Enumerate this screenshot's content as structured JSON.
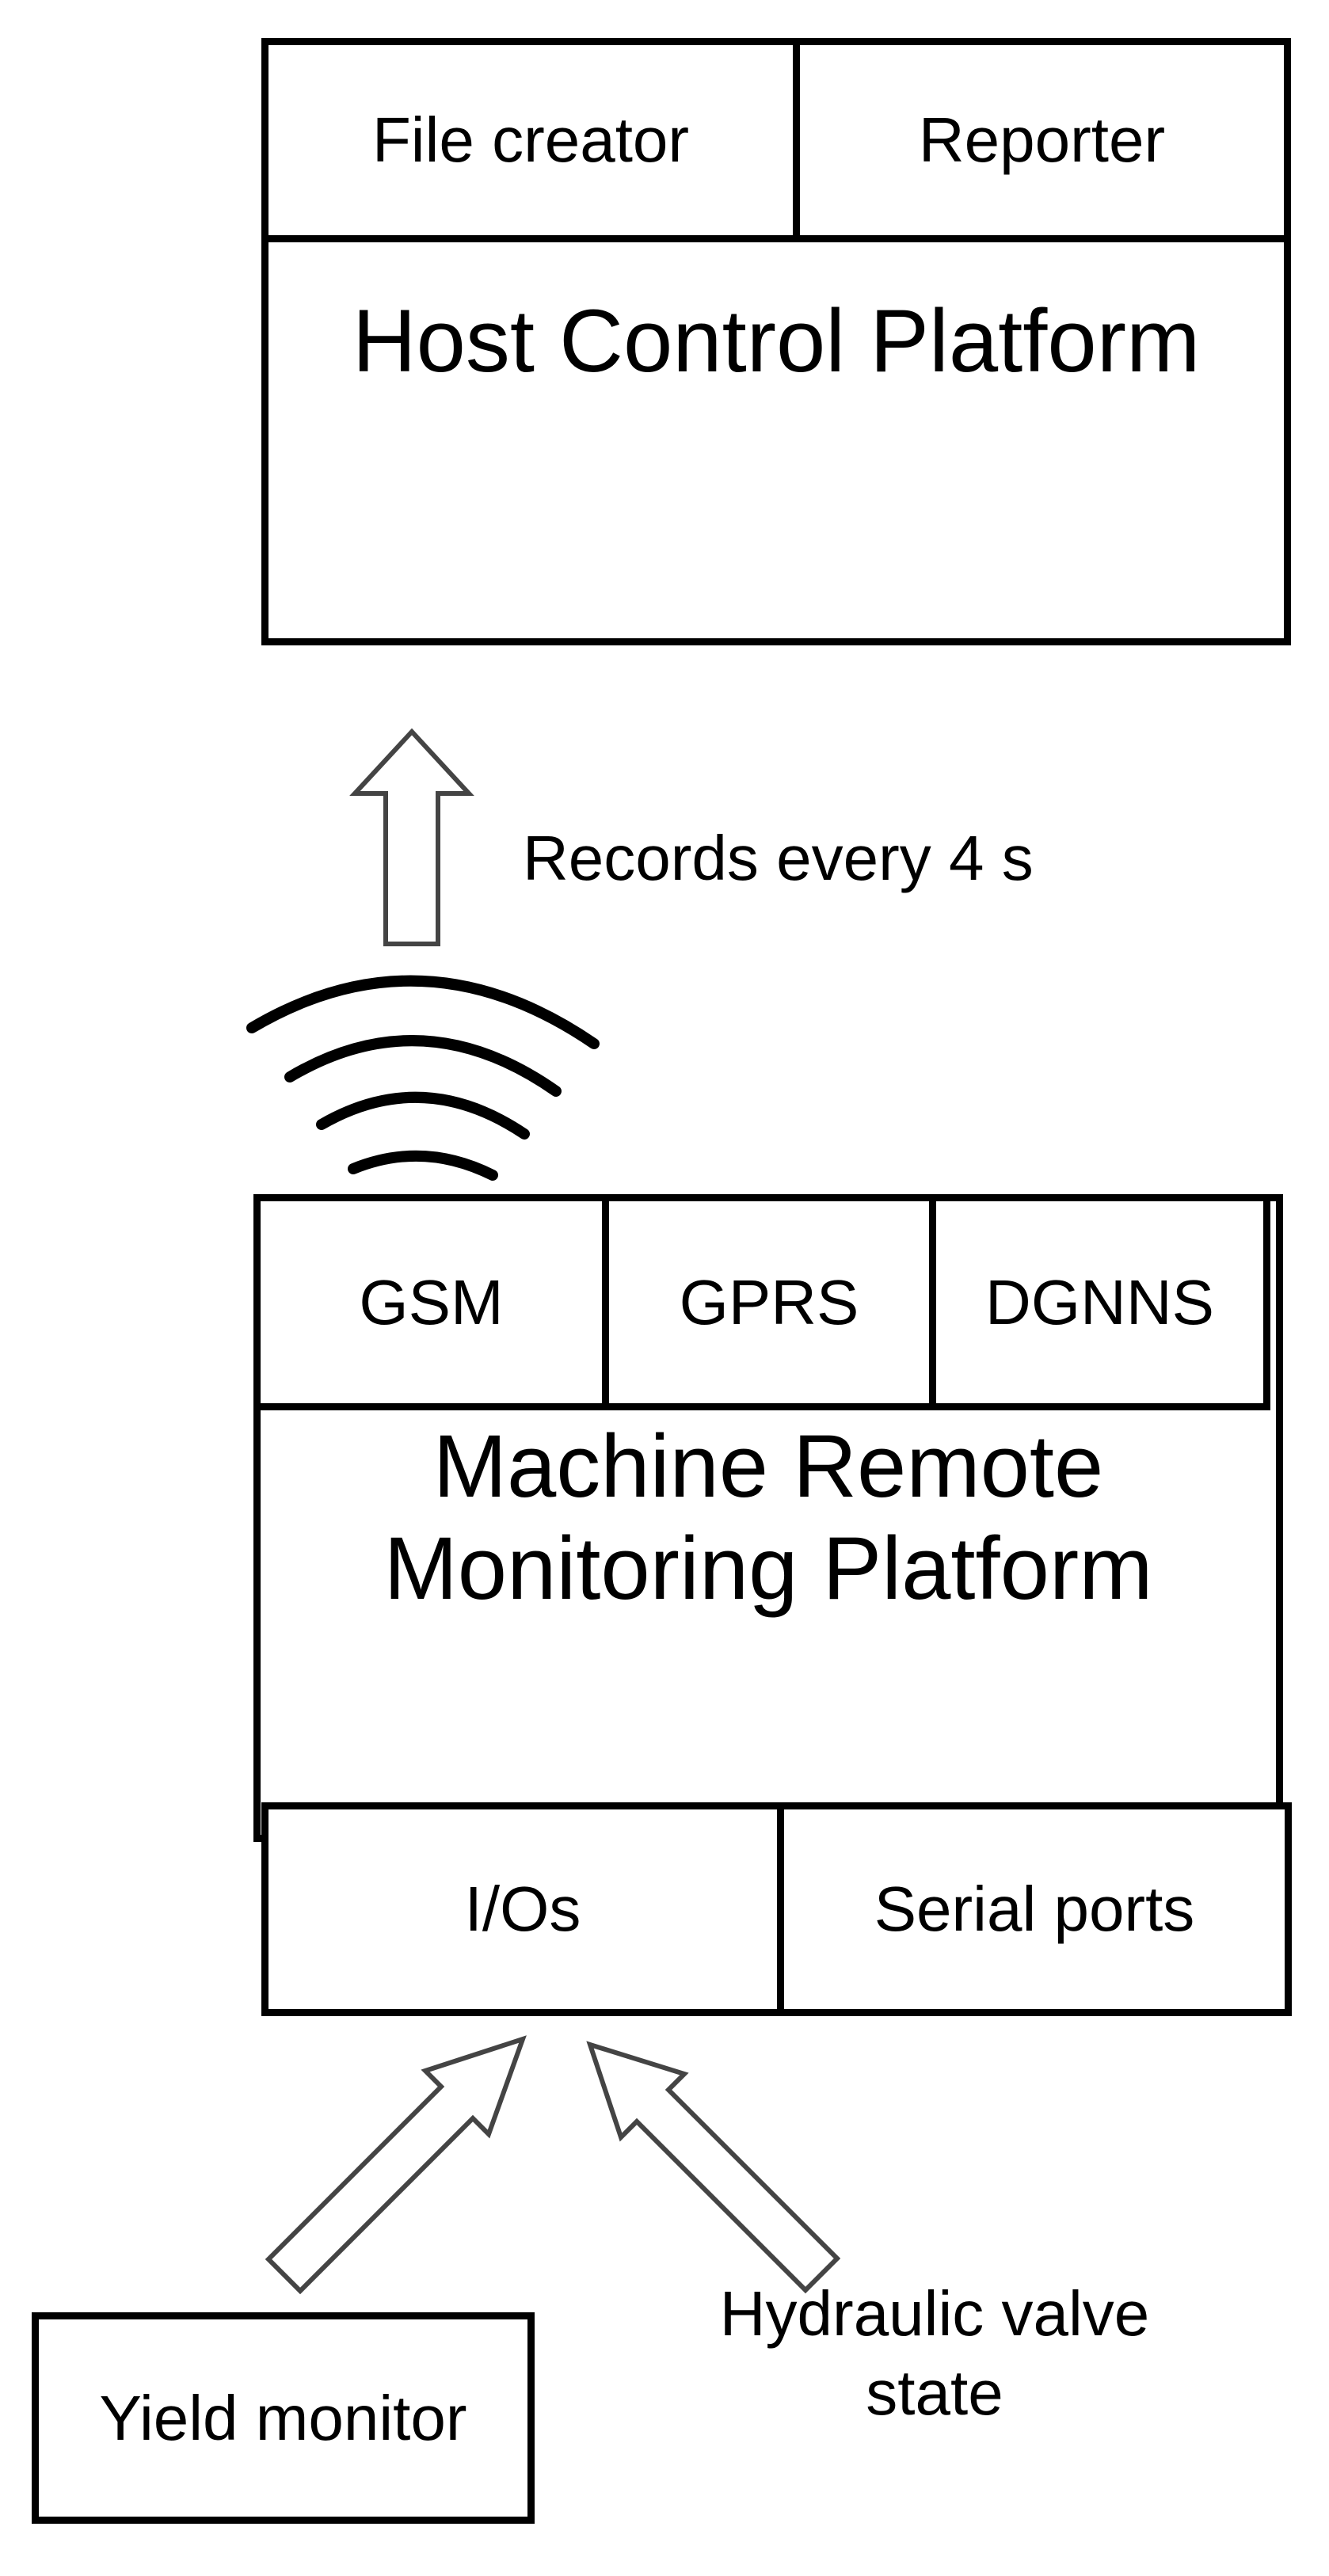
{
  "host": {
    "file_creator": "File creator",
    "reporter": "Reporter",
    "title": "Host Control Platform"
  },
  "link": {
    "label": "Records every 4 s"
  },
  "machine": {
    "gsm": "GSM",
    "gprs": "GPRS",
    "dgnns": "DGNNS",
    "title_line1": "Machine Remote",
    "title_line2": "Monitoring Platform",
    "ios": "I/Os",
    "serial_ports": "Serial ports"
  },
  "inputs": {
    "yield_monitor": "Yield monitor",
    "hydraulic_line1": "Hydraulic valve",
    "hydraulic_line2": "state"
  },
  "icons": [
    "wireless-signal-icon",
    "up-arrow-icon",
    "diagonal-arrow-icon"
  ],
  "colors": {
    "line": "#000000",
    "arrow_outline": "#444444",
    "background": "#ffffff"
  }
}
